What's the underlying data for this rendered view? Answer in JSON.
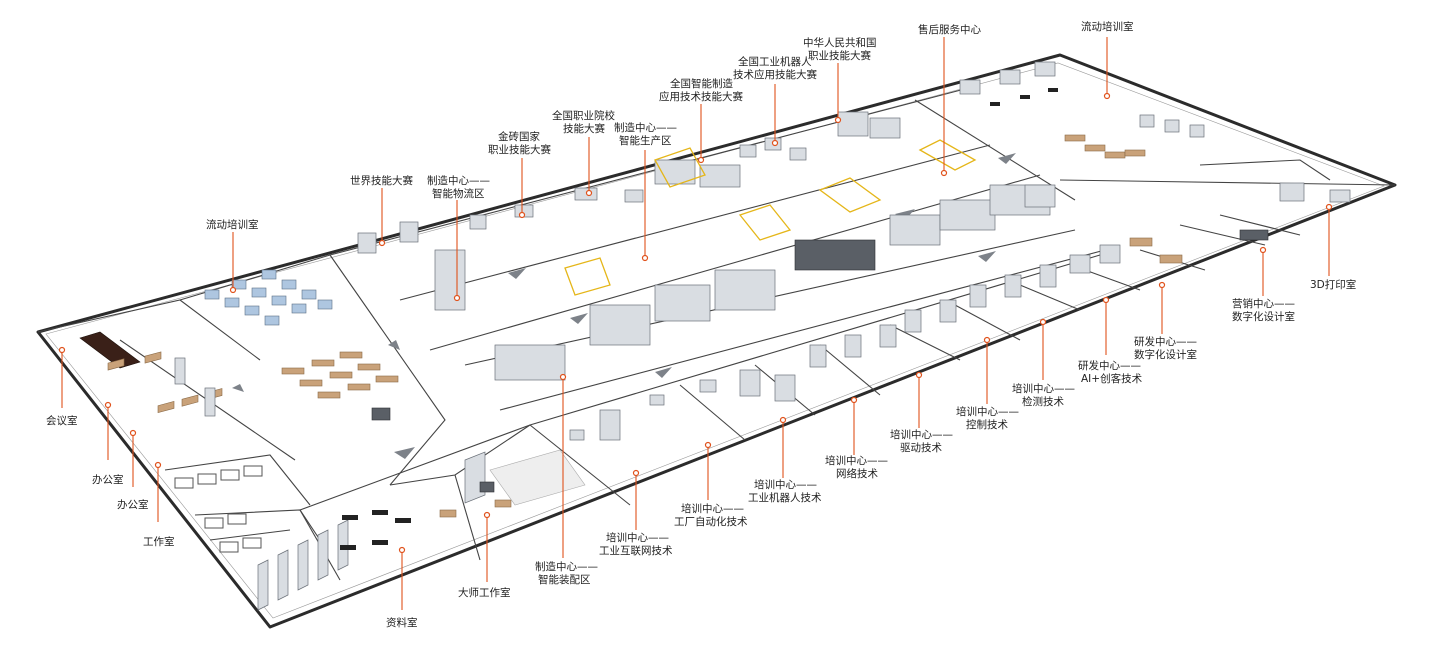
{
  "labels": {
    "meeting": "会议室",
    "office1": "办公室",
    "office2": "办公室",
    "workroom": "工作室",
    "archive": "资料室",
    "master": "大师工作室",
    "assembly": [
      "制造中心——",
      "智能装配区"
    ],
    "iiot": [
      "培训中心——",
      "工业互联网技术"
    ],
    "factory_auto": [
      "培训中心——",
      "工厂自动化技术"
    ],
    "robot_tech": [
      "培训中心——",
      "工业机器人技术"
    ],
    "network": [
      "培训中心——",
      "网络技术"
    ],
    "drive": [
      "培训中心——",
      "驱动技术"
    ],
    "control": [
      "培训中心——",
      "控制技术"
    ],
    "inspection": [
      "培训中心——",
      "检测技术"
    ],
    "rnd_ai": [
      "研发中心——",
      "AI+创客技术"
    ],
    "rnd_digital": [
      "研发中心——",
      "数字化设计室"
    ],
    "marketing": [
      "营销中心——",
      "数字化设计室"
    ],
    "print3d": "3D打印室",
    "mobile_train_left": "流动培训室",
    "world_skills": "世界技能大赛",
    "logistics": [
      "制造中心——",
      "智能物流区"
    ],
    "jinzhuan": [
      "金砖国家",
      "职业技能大赛"
    ],
    "voc_college": [
      "全国职业院校",
      "技能大赛"
    ],
    "smart_prod": [
      "制造中心——",
      "智能生产区"
    ],
    "smart_mfg": [
      "全国智能制造",
      "应用技术技能大赛"
    ],
    "robot_contest": [
      "全国工业机器人",
      "技术应用技能大赛"
    ],
    "prc_contest": [
      "中华人民共和国",
      "职业技能大赛"
    ],
    "after_sales": "售后服务中心",
    "mobile_train_right": "流动培训室"
  },
  "colors": {
    "leader": "#e0521c",
    "wall": "#2b2b2b",
    "desk": "#c9a27a",
    "machine": "#d9dde2",
    "safety_fence": "#e5b619"
  }
}
